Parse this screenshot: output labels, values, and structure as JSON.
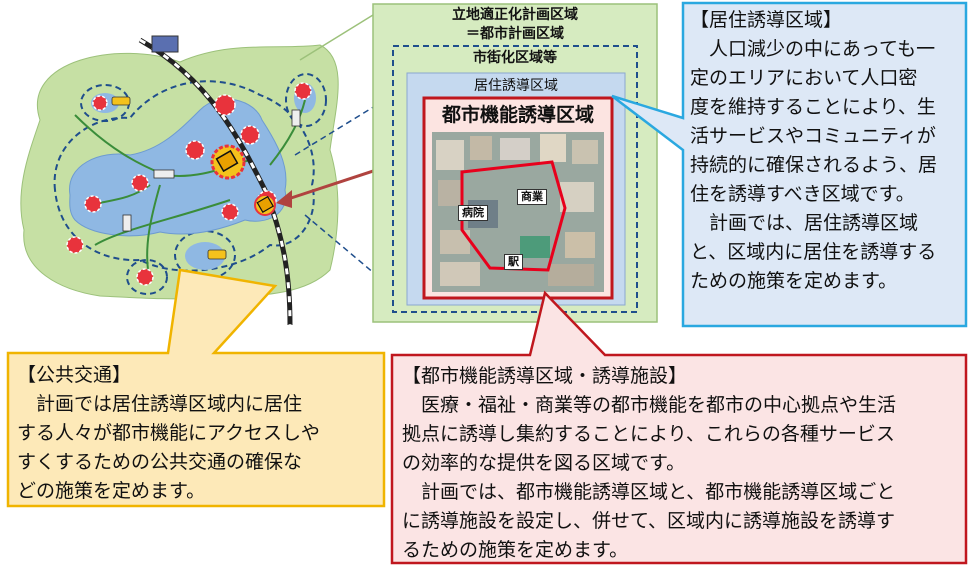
{
  "zones": {
    "planning_area_line1": "立地適正化計画区域",
    "planning_area_line2": "＝都市計画区域",
    "urbanization_area": "市街化区域等",
    "residential_area": "居住誘導区域",
    "urban_function_area": "都市機能誘導区域"
  },
  "map_labels": {
    "hospital": "病院",
    "commerce": "商業",
    "station": "駅"
  },
  "residential_callout": {
    "title": "【居住誘導区域】",
    "lines": [
      "人口減少の中にあっても一",
      "定のエリアにおいて人口密",
      "度を維持することにより、生",
      "活サービスやコミュニティが",
      "持続的に確保されるよう、居",
      "住を誘導すべき区域です。",
      "計画では、居住誘導区域",
      "と、区域内に居住を誘導する",
      "ための施策を定めます。"
    ]
  },
  "transit_callout": {
    "title": "【公共交通】",
    "lines": [
      "計画では居住誘導区域内に居住",
      "する人々が都市機能にアクセスしや",
      "すくするための公共交通の確保な",
      "どの施策を定めます。"
    ]
  },
  "urban_callout": {
    "title": "【都市機能誘導区域・誘導施設】",
    "lines": [
      "医療・福祉・商業等の都市機能を都市の中心拠点や生活",
      "拠点に誘導し集約することにより、これらの各種サービス",
      "の効率的な提供を図る区域です。",
      "計画では、都市機能誘導区域と、都市機能誘導区域ごと",
      "に誘導施設を設定し、併せて、区域内に誘導施設を誘導す",
      "るための施策を定めます。"
    ]
  },
  "colors": {
    "land_green": "#c6e0a4",
    "residential_blue": "#8fb8e3",
    "dashed_navy": "#1f4e8c",
    "node_red": "#e8333c",
    "callout_blue_bg": "#dde8f6",
    "callout_blue_border": "#2aa8e0",
    "callout_yellow_bg": "#fde9b8",
    "callout_yellow_border": "#f0b400",
    "callout_red_bg": "#fbe4e4",
    "callout_red_border": "#c0171e"
  }
}
